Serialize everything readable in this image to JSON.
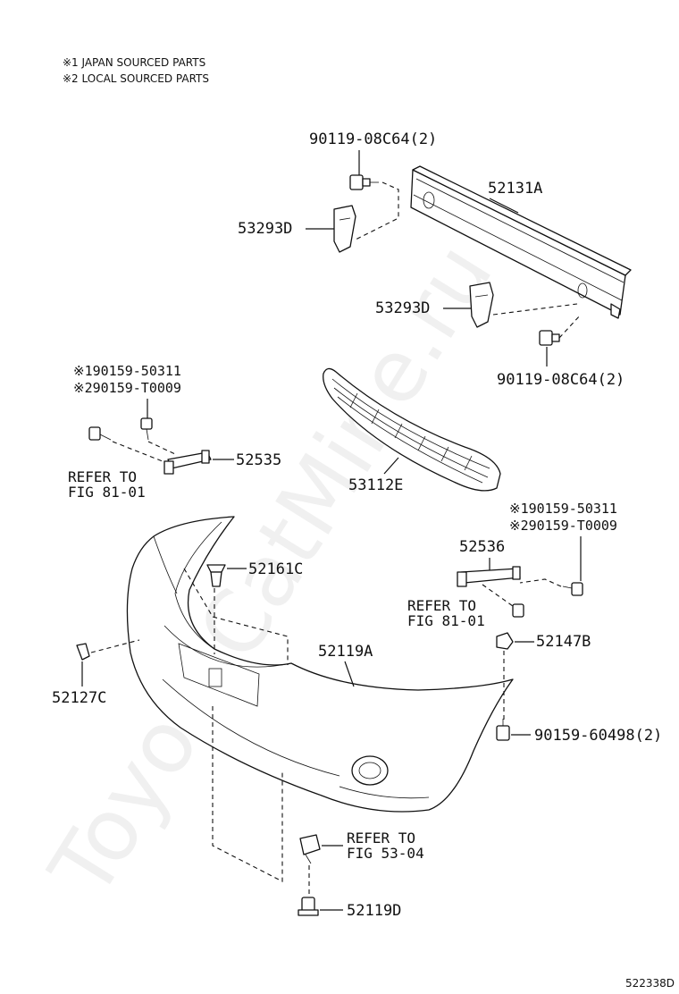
{
  "notes": {
    "japan": "※1 JAPAN SOURCED PARTS",
    "local": "※2 LOCAL SOURCED PARTS"
  },
  "labels": {
    "bolt_top": "90119-08C64(2)",
    "reinforcement": "52131A",
    "bracket_left": "53293D",
    "bracket_right": "53293D",
    "bolt_right": "90119-08C64(2)",
    "screw_left_jp": "※190159-50311",
    "screw_left_local": "※290159-T0009",
    "retainer_left": "52535",
    "refer_left_1": "REFER TO",
    "refer_left_2": "FIG 81-01",
    "grille": "53112E",
    "screw_right_jp": "※190159-50311",
    "screw_right_local": "※290159-T0009",
    "retainer_right": "52536",
    "refer_right_1": "REFER TO",
    "refer_right_2": "FIG 81-01",
    "clip_top": "52161C",
    "bumper_cover": "52119A",
    "nut": "52147B",
    "clip_side": "52127C",
    "screw_bottom_right": "90159-60498(2)",
    "refer_bottom_1": "REFER TO",
    "refer_bottom_2": "FIG 53-04",
    "screw_bottom": "52119D"
  },
  "watermark": "ToyotaCatMine.ru",
  "diagram_code": "522338D"
}
